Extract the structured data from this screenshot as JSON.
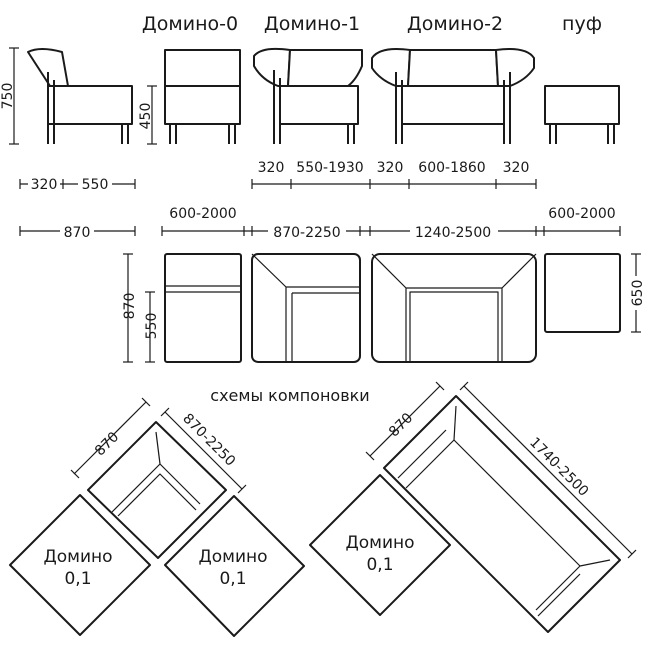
{
  "titles": {
    "domino0": "Домино-0",
    "domino1": "Домино-1",
    "domino2": "Домино-2",
    "puf": "пуф"
  },
  "side_dims": {
    "height_total": "750",
    "height_seat": "450",
    "back": "320",
    "seat": "550",
    "depth": "870"
  },
  "front_dims": {
    "d1_arm_left": "320",
    "d1_width": "550-1930",
    "d2_arm_left": "320",
    "d2_width": "600-1860",
    "d2_arm_right": "320"
  },
  "plan_dims": {
    "d0_width": "600-2000",
    "d1_width": "870-2250",
    "d2_width": "1240-2500",
    "puf_width": "600-2000",
    "plan_depth": "870",
    "plan_seat": "550",
    "puf_depth": "650"
  },
  "schemes": {
    "caption": "схемы компоновки",
    "left_depth": "870",
    "left_width": "870-2250",
    "right_depth": "870",
    "right_width": "1740-2500",
    "module_name": "Домино",
    "module_num": "0,1"
  }
}
